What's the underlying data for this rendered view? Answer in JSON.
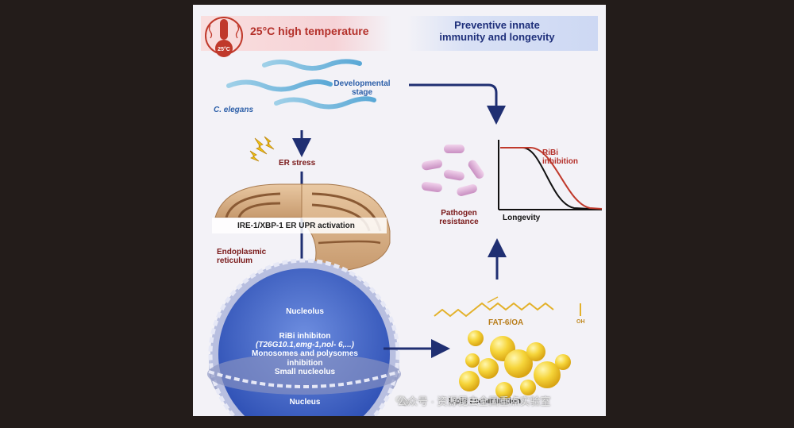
{
  "header": {
    "left_title": "25°C high temperature",
    "right_title_line1": "Preventive innate",
    "right_title_line2": "immunity and longevity"
  },
  "thermometer": {
    "label": "25°C",
    "icon": "thermometer-icon"
  },
  "worms": {
    "stage_line1": "Developmental",
    "stage_line2": "stage",
    "species": "C. elegans"
  },
  "er": {
    "stress_label": "ER stress",
    "upr_label": "IRE-1/XBP-1 ER UPR activation",
    "organelle_line1": "Endoplasmic",
    "organelle_line2": "reticulum"
  },
  "nucleus": {
    "nucleolus_label": "Nucleolus",
    "ribi_line1": "RiBi inhibiton",
    "ribi_genes": "(T26G10.1,emg-1,nol- 6,...)",
    "ribi_line3": "Monosomes and polysomes",
    "ribi_line4": "inhibition",
    "ribi_line5": "Small nucleolus",
    "nucleus_label": "Nucleus"
  },
  "outcomes": {
    "pathogen_line1": "Pathogen",
    "pathogen_line2": "resistance",
    "ribi_curve_line1": "RiBi",
    "ribi_curve_line2": "inhibition",
    "longevity_label": "Longevity",
    "fat_label": "FAT-6/OA",
    "oh_label": "OH",
    "lipid_label": "Lipid accumulation"
  },
  "colors": {
    "arrow": "#1f2f72",
    "curve_control": "#111111",
    "curve_ribi": "#c0392b",
    "lipid": "#f1c40f",
    "bacteria": "#d9a7d3"
  },
  "watermark": {
    "text": "公众号 · 资源昆虫全国重点实验室",
    "icon": "wechat-icon"
  }
}
